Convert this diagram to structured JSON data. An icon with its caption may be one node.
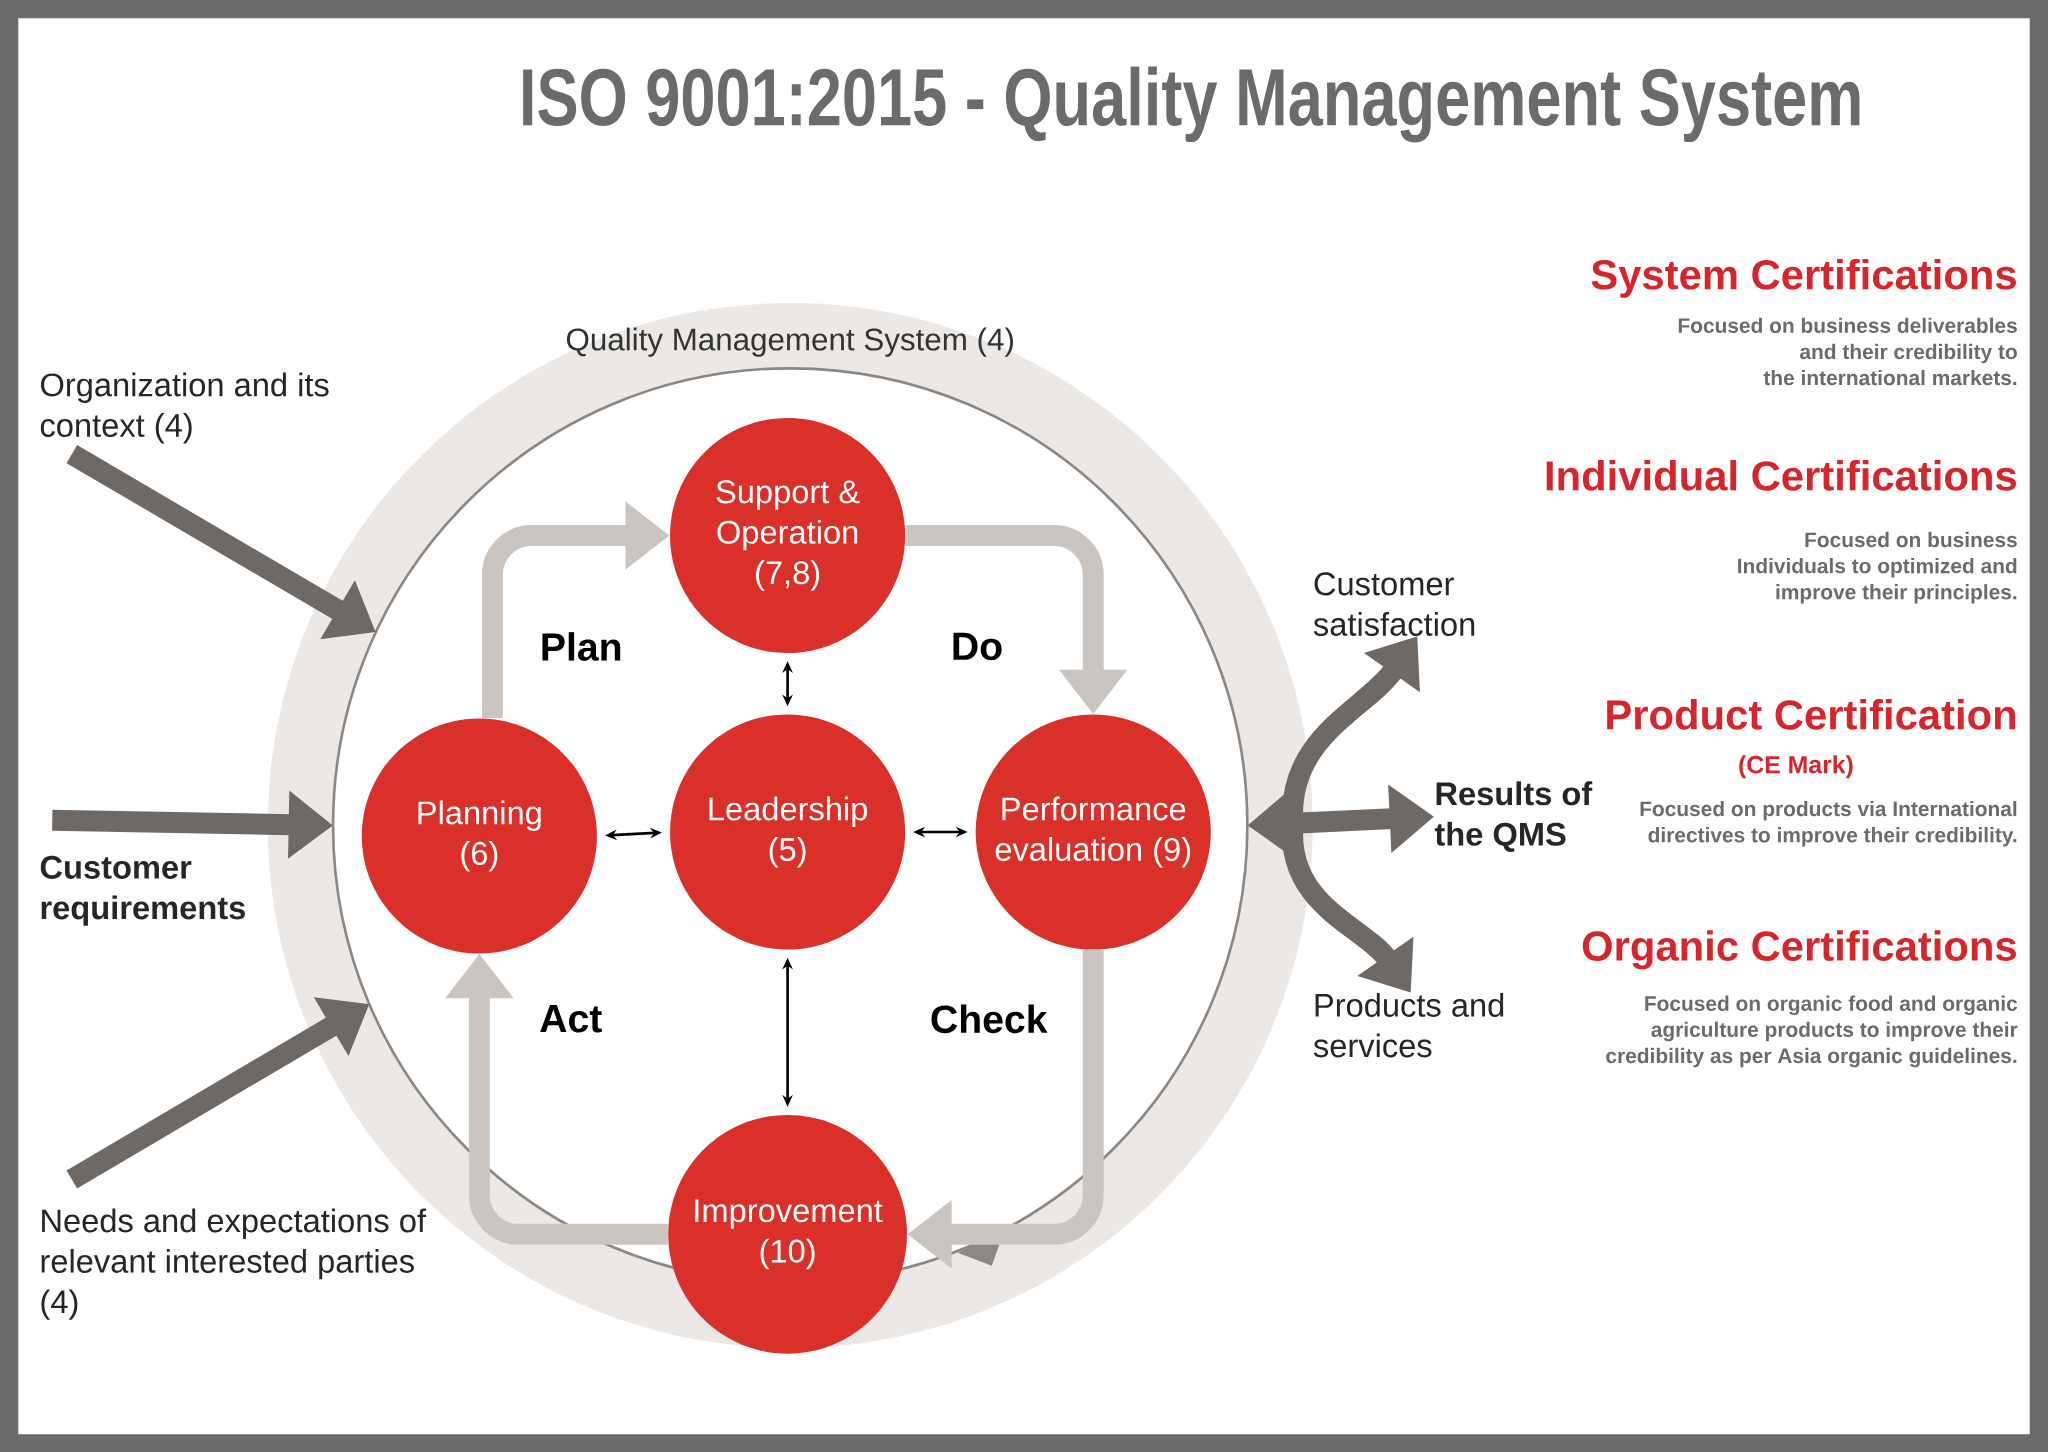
{
  "diagram": {
    "title": "ISO 9001:2015 - Quality Management System",
    "nodes": [
      {
        "text": [
          "Quality Management System (4)"
        ]
      },
      {
        "text": [
          "Support & Operation (7,8)"
        ],
        "in": 0
      },
      {
        "text": [
          "Planning (6)"
        ],
        "in": 0
      },
      {
        "text": [
          "Leadership (5)"
        ],
        "in": 0
      },
      {
        "text": [
          "Performance evaluation (9)"
        ],
        "in": 0
      },
      {
        "text": [
          "Improvement (10)"
        ],
        "in": 0
      },
      {
        "text": [
          "Organization and its context (4)"
        ]
      },
      {
        "text": [
          "Customer requirements"
        ]
      },
      {
        "text": [
          "Needs and expectations of relevant interested parties (4)"
        ]
      },
      {
        "text": [
          "Results of the QMS"
        ]
      },
      {
        "text": [
          "Customer satisfaction"
        ]
      },
      {
        "text": [
          "Products and services"
        ]
      }
    ],
    "edges": [
      {
        "from": 6,
        "to": 0,
        "arrow": "to"
      },
      {
        "from": 7,
        "to": 0,
        "arrow": "to"
      },
      {
        "from": 8,
        "to": 0,
        "arrow": "to"
      },
      {
        "from": 2,
        "to": 1,
        "arrow": "to",
        "label": "Plan",
        "color": "#cac5c0"
      },
      {
        "from": 1,
        "to": 4,
        "arrow": "to",
        "label": "Do",
        "color": "#cac5c0"
      },
      {
        "from": 4,
        "to": 5,
        "arrow": "to",
        "label": "Check",
        "color": "#cac5c0"
      },
      {
        "from": 5,
        "to": 2,
        "arrow": "to",
        "label": "Act",
        "color": "#cac5c0"
      },
      {
        "from": 3,
        "to": 1,
        "arrow": "both",
        "color": "#000000"
      },
      {
        "from": 3,
        "to": 2,
        "arrow": "both",
        "color": "#000000"
      },
      {
        "from": 3,
        "to": 4,
        "arrow": "both",
        "color": "#000000"
      },
      {
        "from": 3,
        "to": 5,
        "arrow": "both",
        "color": "#000000"
      },
      {
        "from": 0,
        "to": 9,
        "arrow": "both"
      },
      {
        "from": 0,
        "to": 10,
        "arrow": "to"
      },
      {
        "from": 0,
        "to": 11,
        "arrow": "to"
      }
    ],
    "labels": [
      "System Certifications",
      "Focused on business deliverables and their credibility to the international markets.",
      "Individual Certifications",
      "Focused on business Individuals to optimized and improve their principles.",
      "Product Certification",
      "(CE Mark)",
      "Focused on products via International directives to improve their credibility.",
      "Organic Certifications",
      "Focused on organic food and organic agriculture products to improve their credibility as per Asia organic guidelines."
    ]
  }
}
